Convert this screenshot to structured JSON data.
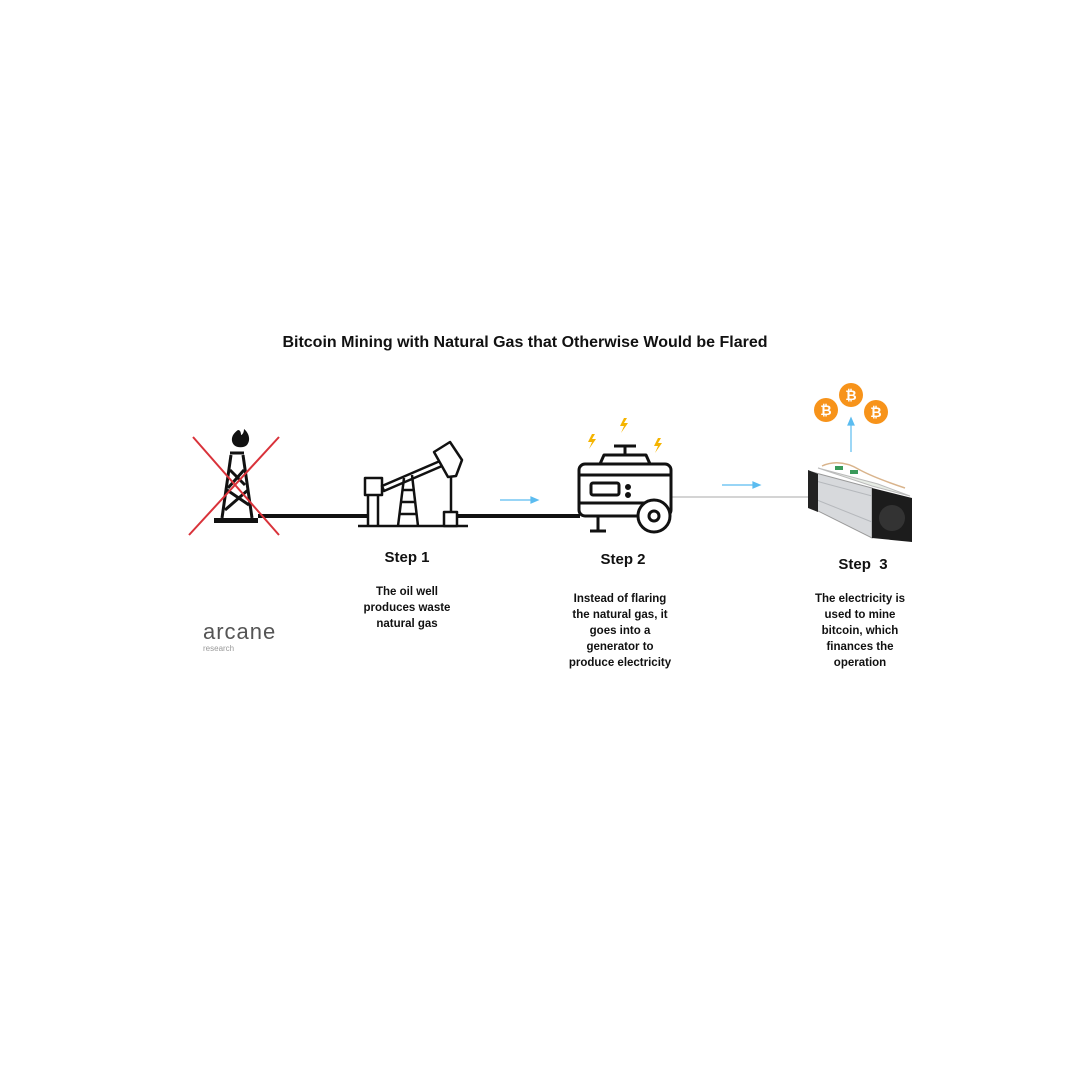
{
  "title": "Bitcoin Mining with Natural Gas that Otherwise Would be Flared",
  "colors": {
    "line": "#111111",
    "cross": "#d9323a",
    "arrow": "#5bbcf0",
    "bolt": "#f5b400",
    "bitcoin": "#f7931a"
  },
  "icons": {
    "flare_tower": "flare-tower-icon",
    "cross": "red-x-icon",
    "pump_jack": "oil-pump-jack-icon",
    "generator": "generator-icon",
    "lightning": "lightning-bolt-icon",
    "miner": "asic-miner-icon",
    "coin": "bitcoin-coin-icon"
  },
  "steps": [
    {
      "label": "Step 1",
      "description_lines": [
        "The oil well",
        "produces waste",
        "natural gas"
      ]
    },
    {
      "label": "Step 2",
      "description_lines": [
        "Instead of flaring",
        "the natural gas, it",
        "goes into a",
        "generator to",
        "produce electricity"
      ]
    },
    {
      "label": "Step  3",
      "description_lines": [
        "The electricity is",
        "used to mine",
        "bitcoin, which",
        "finances the",
        "operation"
      ]
    }
  ],
  "logo": {
    "name": "arcane",
    "subtitle": "research"
  }
}
